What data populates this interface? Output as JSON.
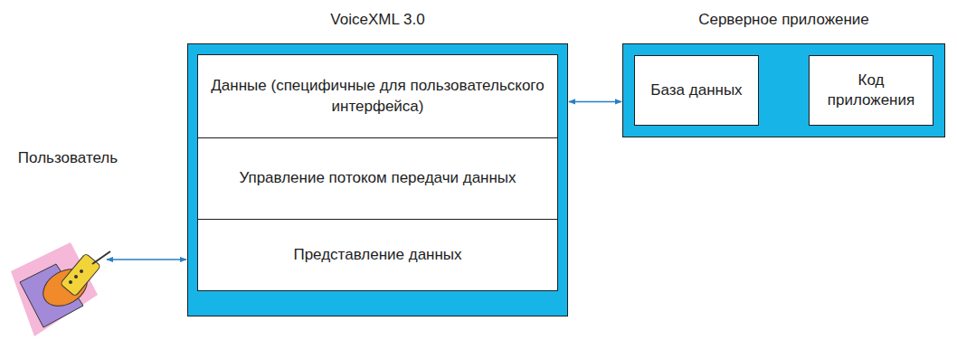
{
  "diagram": {
    "nodes": [
      {
        "text": [
          "VoiceXML 3.0"
        ]
      },
      {
        "text": [
          "Данные (специфичные для пользовательского интерфейса)"
        ],
        "in": 0
      },
      {
        "text": [
          "Управление потоком передачи данных"
        ],
        "in": 0
      },
      {
        "text": [
          "Представление данных"
        ],
        "in": 0
      },
      {
        "text": [
          "Серверное приложение"
        ]
      },
      {
        "text": [
          "База данных"
        ],
        "in": 4
      },
      {
        "text": [
          "Код приложения"
        ],
        "in": 4
      }
    ],
    "edges": [
      {
        "from": 0,
        "to": 4,
        "arrow": "both"
      }
    ],
    "labels": [
      "Пользователь"
    ]
  }
}
